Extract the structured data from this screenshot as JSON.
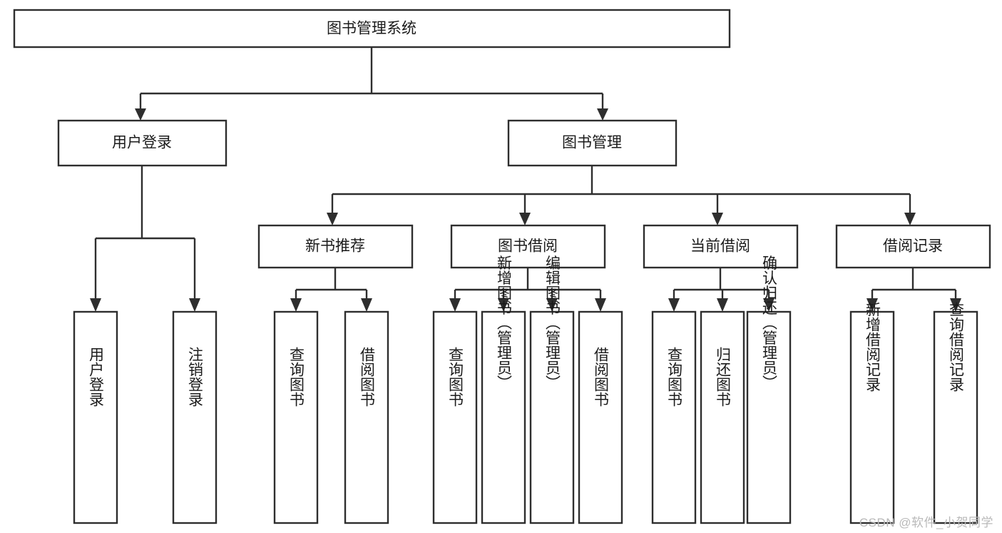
{
  "diagram": {
    "type": "tree",
    "title": "图书管理系统",
    "orientation": "top-down",
    "colors": {
      "box_stroke": "#2e2e2e",
      "box_fill": "#ffffff",
      "text": "#1b1b1b",
      "connector": "#2e2e2e",
      "watermark": "#b9b9b9",
      "background": "#ffffff"
    },
    "root": {
      "label": "图书管理系统"
    },
    "level2": [
      {
        "label": "用户登录"
      },
      {
        "label": "图书管理"
      }
    ],
    "level3": [
      {
        "label": "新书推荐"
      },
      {
        "label": "图书借阅"
      },
      {
        "label": "当前借阅"
      },
      {
        "label": "借阅记录"
      }
    ],
    "leaves_user_login": [
      {
        "label": "用户登录"
      },
      {
        "label": "注销登录"
      }
    ],
    "leaves_new_book": [
      {
        "label": "查询图书"
      },
      {
        "label": "借阅图书"
      }
    ],
    "leaves_borrow": [
      {
        "label": "查询图书"
      },
      {
        "label": "新增图书（管理员）"
      },
      {
        "label": "编辑图书（管理员）"
      },
      {
        "label": "借阅图书"
      }
    ],
    "leaves_current": [
      {
        "label": "查询图书"
      },
      {
        "label": "归还图书"
      },
      {
        "label": "确认归还（管理员）"
      }
    ],
    "leaves_record": [
      {
        "label": "新增借阅记录"
      },
      {
        "label": "查询借阅记录"
      }
    ]
  },
  "watermark": {
    "text": "CSDN @软件_小贺同学"
  }
}
